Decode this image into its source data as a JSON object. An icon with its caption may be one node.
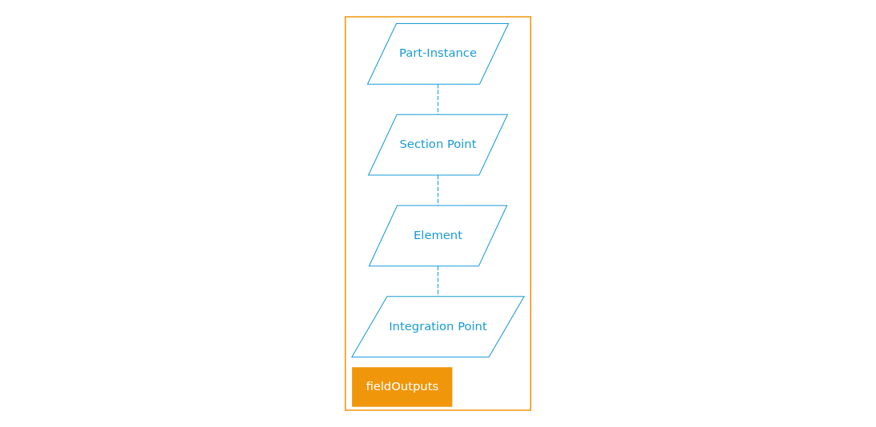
{
  "diagram": {
    "nodes": [
      {
        "text": [
          "fieldOutputs"
        ]
      },
      {
        "text": [
          "Part-Instance"
        ],
        "in": 0
      },
      {
        "text": [
          "Section Point"
        ],
        "in": 0
      },
      {
        "text": [
          "Element"
        ],
        "in": 0
      },
      {
        "text": [
          "Integration Point"
        ],
        "in": 0
      }
    ],
    "edges": [
      {
        "from": 1,
        "to": 2,
        "arrow": "none",
        "style": "dashed"
      },
      {
        "from": 2,
        "to": 3,
        "arrow": "none",
        "style": "dashed"
      },
      {
        "from": 3,
        "to": 4,
        "arrow": "none",
        "style": "dashed"
      }
    ]
  }
}
